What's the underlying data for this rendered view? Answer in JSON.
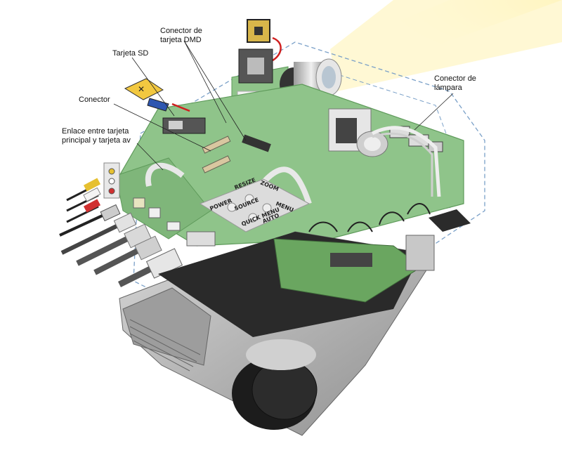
{
  "labels": {
    "dmd_connector": "Conector de tarjeta DMD",
    "sd_card": "Tarjeta SD",
    "connector": "Conector",
    "link_board": "Enlace entre tarjeta principal y tarjeta av",
    "lamp_connector": "Conector de lámpara"
  },
  "keypad": {
    "power": "POWER",
    "source": "SOURCE",
    "menu": "MENU",
    "quick_menu": "QUICK MENU",
    "auto": "AUTO",
    "resize": "RESIZE",
    "zoom": "ZOOM"
  },
  "colors": {
    "pcb": "#8fc48a",
    "pcb_dark": "#5e9a5a",
    "light_beam": "#fff2a8",
    "projector_body": "#b9b9b9",
    "projector_dark": "#2a2a2a"
  }
}
